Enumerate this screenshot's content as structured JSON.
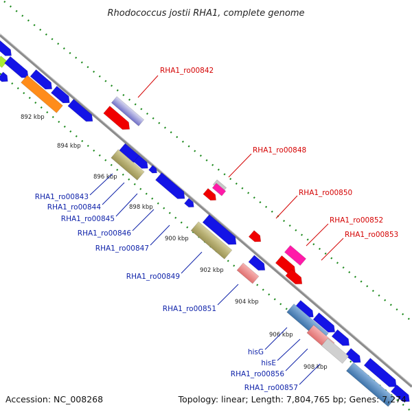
{
  "title": "Rhodococcus jostii RHA1, complete genome",
  "footer": {
    "accession": "Accession: NC_008268",
    "topology": "Topology: linear; Length: 7,804,765 bp; Genes: 7,274"
  },
  "colors": {
    "backbone": "#8c8c8c",
    "ruler_dots": "#1e8a1e",
    "forward_gene": "#1414e6",
    "red_gene": "#f00000",
    "olive_gene": "#c4bd84",
    "orange_gene": "#ff8c1a",
    "steelblue_gene": "#5a8fc4",
    "pink_gene": "#f08c8c",
    "magenta_gene": "#ff1aa8",
    "lilac_gene": "#a0a0e0",
    "label_red": "#d40000",
    "label_blue": "#0b1fa8"
  },
  "kbp_ticks": [
    "892 kbp",
    "894 kbp",
    "896 kbp",
    "898 kbp",
    "900 kbp",
    "902 kbp",
    "904 kbp",
    "906 kbp",
    "908 kbp"
  ],
  "upper_labels": [
    "RHA1_ro00842",
    "RHA1_ro00848",
    "RHA1_ro00850",
    "RHA1_ro00852",
    "RHA1_ro00853"
  ],
  "lower_labels": [
    "RHA1_ro00843",
    "RHA1_ro00844",
    "RHA1_ro00845",
    "RHA1_ro00846",
    "RHA1_ro00847",
    "RHA1_ro00849",
    "RHA1_ro00851",
    "hisG",
    "hisE",
    "RHA1_ro00856",
    "RHA1_ro00857"
  ]
}
